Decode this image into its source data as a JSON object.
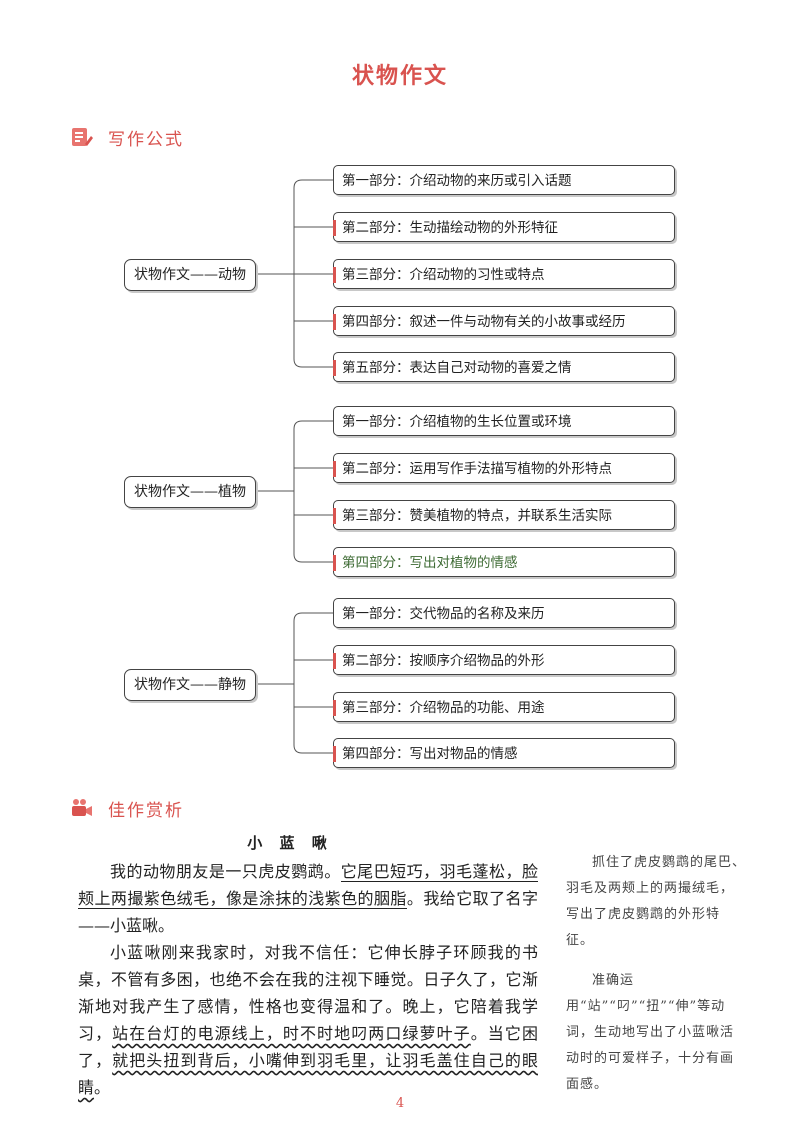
{
  "title": "状物作文",
  "formula_section": {
    "label": "写作公式",
    "groups": [
      {
        "label": "状物作文——动物",
        "parts": [
          "第一部分：介绍动物的来历或引入话题",
          "第二部分：生动描绘动物的外形特征",
          "第三部分：介绍动物的习性或特点",
          "第四部分：叙述一件与动物有关的小故事或经历",
          "第五部分：表达自己对动物的喜爱之情"
        ]
      },
      {
        "label": "状物作文——植物",
        "parts": [
          "第一部分：介绍植物的生长位置或环境",
          "第二部分：运用写作手法描写植物的外形特点",
          "第三部分：赞美植物的特点，并联系生活实际",
          "第四部分：写出对植物的情感"
        ]
      },
      {
        "label": "状物作文——静物",
        "parts": [
          "第一部分：交代物品的名称及来历",
          "第二部分：按顺序介绍物品的外形",
          "第三部分：介绍物品的功能、用途",
          "第四部分：写出对物品的情感"
        ]
      }
    ]
  },
  "appreciation_section": {
    "label": "佳作赏析",
    "essay_title": "小 蓝 啾",
    "p1_a": "我的动物朋友是一只虎皮鹦鹉。",
    "p1_b": "它尾巴短巧，羽毛蓬松，脸颊上两撮紫色绒毛，像是涂抹的浅紫色的胭脂",
    "p1_c": "。我给它取了名字——小蓝啾。",
    "p2_a": "小蓝啾刚来我家时，对我不信任：它伸长脖子环顾我的书桌，不管有多困，也绝不会在我的注视下睡觉。日子久了，它渐渐地对我产生了感情，性格也变得温和了。晚上，它陪着我学习，",
    "p2_b": "站在台灯的电源线上，时不时地叼两口绿萝叶子",
    "p2_c": "。当它困了，",
    "p2_d": "就把头扭到背后，小嘴伸到羽毛里，让羽毛盖住自己的眼睛",
    "p2_e": "。",
    "note1": "抓住了虎皮鹦鹉的尾巴、羽毛及两颊上的两撮绒毛，写出了虎皮鹦鹉的外形特征。",
    "note2": "准确运用“站”“叼”“扭”“伸”等动词，生动地写出了小蓝啾活动时的可爱样子，十分有画面感。"
  },
  "page_number": "4",
  "colors": {
    "accent": "#d9534f",
    "text": "#222222"
  },
  "icons": [
    "note-pencil-icon",
    "camera-icon"
  ]
}
